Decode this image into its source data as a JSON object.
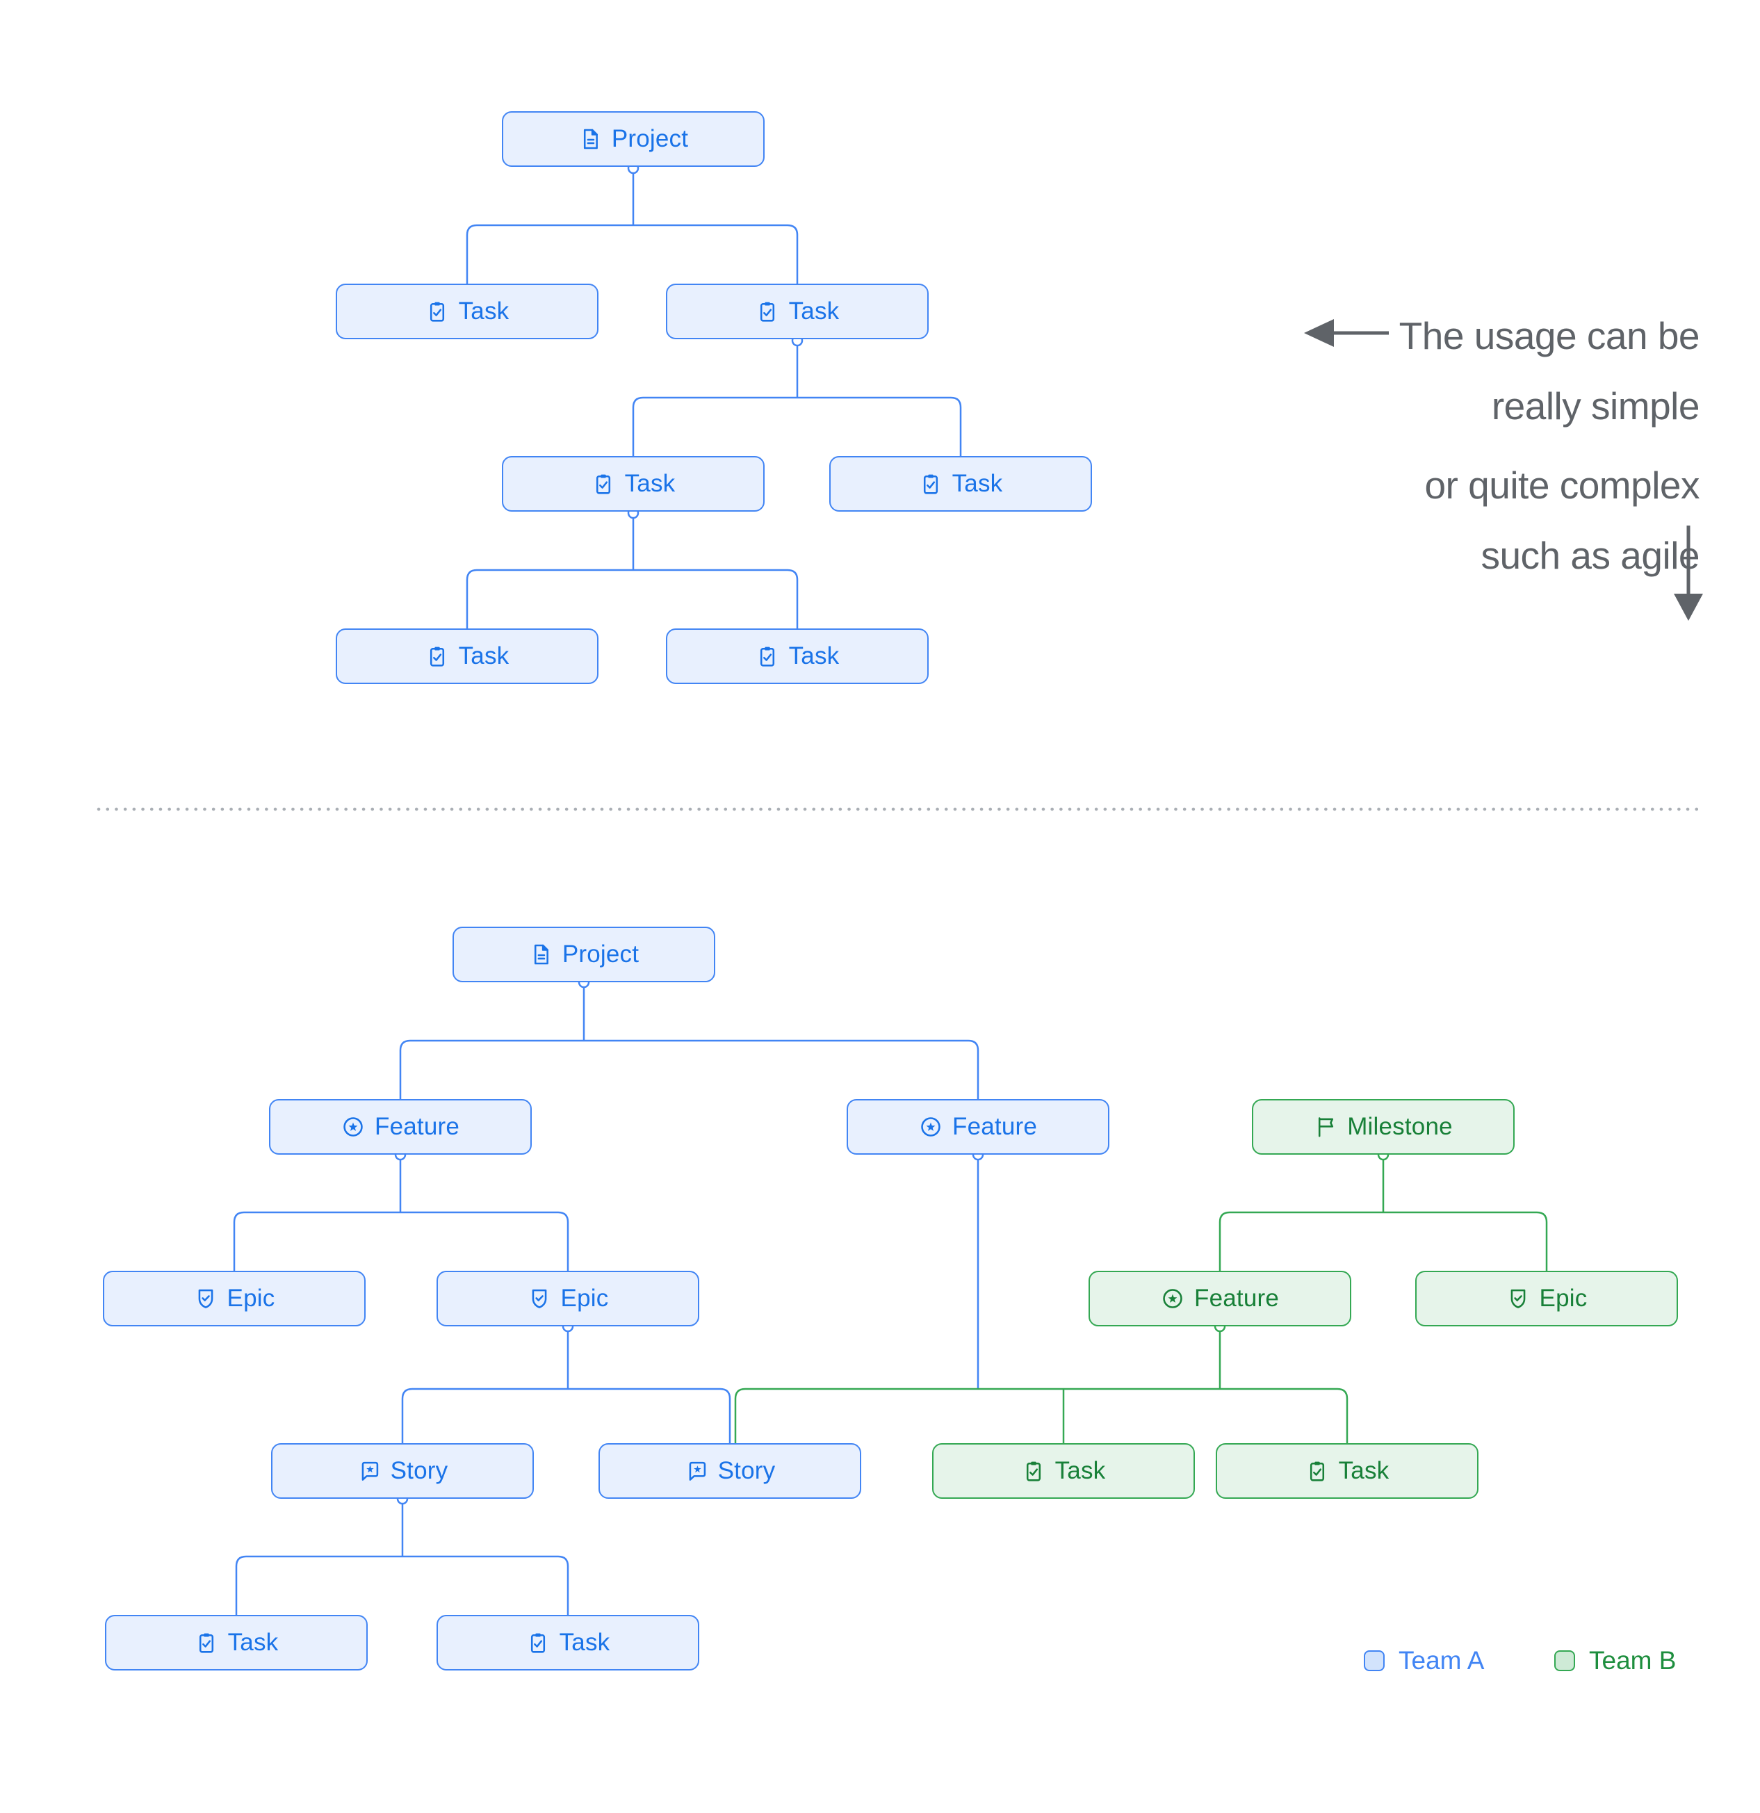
{
  "page": {
    "background": "#FFFFFF"
  },
  "simple_tree": {
    "project": "Project",
    "tasks": [
      "Task",
      "Task",
      "Task",
      "Task",
      "Task",
      "Task"
    ]
  },
  "complex_tree": {
    "project": "Project",
    "team_a": {
      "feature_left": "Feature",
      "feature_right": "Feature",
      "epic_left": "Epic",
      "epic_right": "Epic",
      "story_left": "Story",
      "story_right": "Story",
      "task_left": "Task",
      "task_right": "Task"
    },
    "team_b": {
      "milestone": "Milestone",
      "feature": "Feature",
      "epic": "Epic",
      "task_left": "Task",
      "task_right": "Task"
    }
  },
  "notes": {
    "simple": {
      "line1": "The usage can be",
      "line2": "really simple"
    },
    "complex": {
      "line1": "or quite complex",
      "line2": "such as agile"
    }
  },
  "legend": {
    "team_a": "Team A",
    "team_b": "Team B"
  },
  "icons": {
    "project": "document-icon",
    "task": "clipboard-check-icon",
    "feature": "star-circle-icon",
    "epic": "shield-check-icon",
    "story": "comment-star-icon",
    "milestone": "flag-icon",
    "note_simple": "arrow-left-icon",
    "note_complex": "arrow-down-icon"
  },
  "colors": {
    "team_a_border": "#4285F4",
    "team_a_fill": "#E8F0FE",
    "team_a_text": "#1A73E8",
    "team_b_border": "#34A853",
    "team_b_fill": "#E6F4EA",
    "team_b_text": "#188038",
    "note_text": "#5F6368",
    "divider_dots": "#A9AEB4",
    "legend_team_a_text": "#4285F4",
    "legend_team_b_text": "#1E8E3E"
  }
}
